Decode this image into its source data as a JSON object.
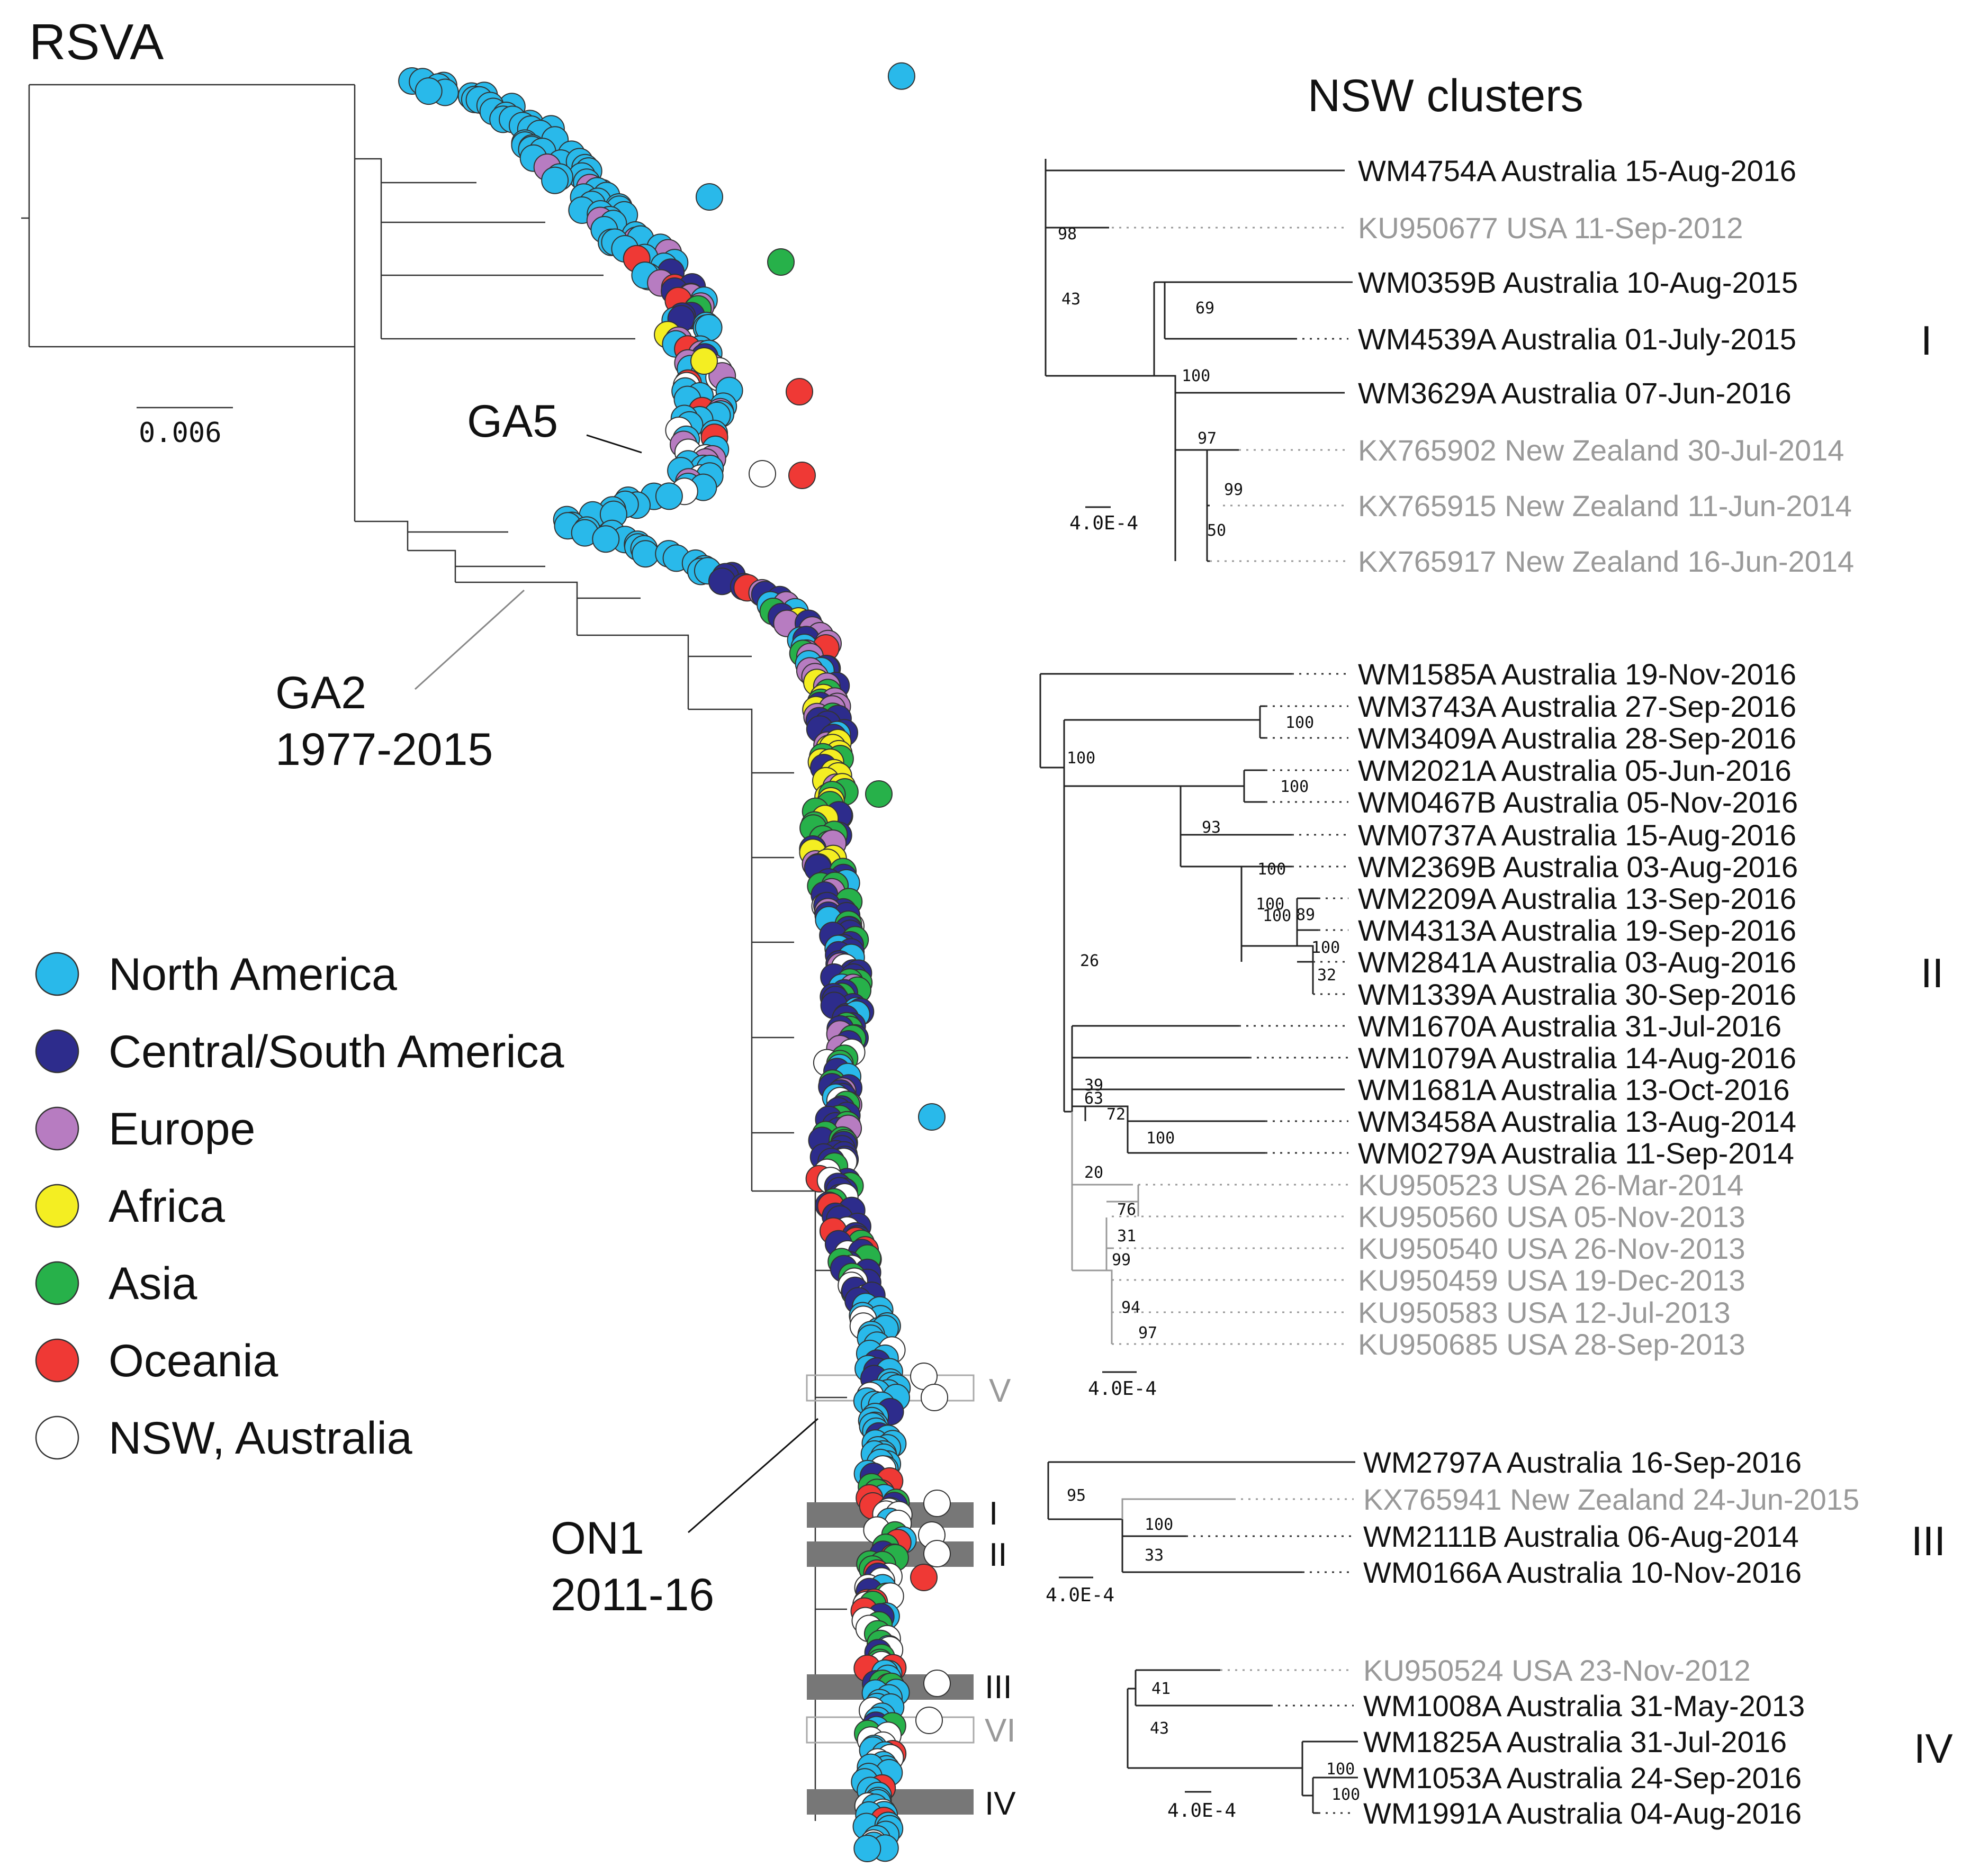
{
  "title": "RSVA",
  "panel_title": "NSW clusters",
  "main_scale": "0.006",
  "annotations": {
    "ga5": "GA5",
    "ga2": [
      "GA2",
      "1977-2015"
    ],
    "on1": [
      "ON1",
      "2011-16"
    ]
  },
  "legend": [
    {
      "label": "North America",
      "color": "#29b9ea"
    },
    {
      "label": "Central/South America",
      "color": "#2d2c8c"
    },
    {
      "label": "Europe",
      "color": "#b77cc1"
    },
    {
      "label": "Africa",
      "color": "#f4ee22"
    },
    {
      "label": "Asia",
      "color": "#27b14a"
    },
    {
      "label": "Oceania",
      "color": "#ef3935"
    },
    {
      "label": "NSW, Australia",
      "color": "#ffffff"
    }
  ],
  "cluster_markers": [
    "V",
    "I",
    "II",
    "III",
    "VI",
    "IV"
  ],
  "clusters": [
    {
      "name": "I",
      "scale": "4.0E-4",
      "taxa": [
        {
          "label": "WM4754A Australia 15-Aug-2016",
          "ref": false
        },
        {
          "label": "KU950677 USA 11-Sep-2012",
          "ref": true
        },
        {
          "label": "WM0359B Australia 10-Aug-2015",
          "ref": false
        },
        {
          "label": "WM4539A Australia 01-July-2015",
          "ref": false
        },
        {
          "label": "WM3629A Australia 07-Jun-2016",
          "ref": false
        },
        {
          "label": "KX765902 New Zealand 30-Jul-2014",
          "ref": true
        },
        {
          "label": "KX765915 New Zealand 11-Jun-2014",
          "ref": true
        },
        {
          "label": "KX765917 New Zealand 16-Jun-2014",
          "ref": true
        }
      ],
      "support": [
        "98",
        "43",
        "69",
        "100",
        "97",
        "99",
        "50"
      ]
    },
    {
      "name": "II",
      "scale": "4.0E-4",
      "taxa": [
        {
          "label": "WM1585A Australia 19-Nov-2016",
          "ref": false
        },
        {
          "label": "WM3743A Australia 27-Sep-2016",
          "ref": false
        },
        {
          "label": "WM3409A Australia 28-Sep-2016",
          "ref": false
        },
        {
          "label": "WM2021A Australia 05-Jun-2016",
          "ref": false
        },
        {
          "label": "WM0467B Australia 05-Nov-2016",
          "ref": false
        },
        {
          "label": "WM0737A Australia 15-Aug-2016",
          "ref": false
        },
        {
          "label": "WM2369B Australia 03-Aug-2016",
          "ref": false
        },
        {
          "label": "WM2209A Australia 13-Sep-2016",
          "ref": false
        },
        {
          "label": "WM4313A Australia 19-Sep-2016",
          "ref": false
        },
        {
          "label": "WM2841A Australia 03-Aug-2016",
          "ref": false
        },
        {
          "label": "WM1339A Australia 30-Sep-2016",
          "ref": false
        },
        {
          "label": "WM1670A Australia 31-Jul-2016",
          "ref": false
        },
        {
          "label": "WM1079A Australia 14-Aug-2016",
          "ref": false
        },
        {
          "label": "WM1681A Australia 13-Oct-2016",
          "ref": false
        },
        {
          "label": "WM3458A Australia 13-Aug-2014",
          "ref": false
        },
        {
          "label": "WM0279A Australia 11-Sep-2014",
          "ref": false
        },
        {
          "label": "KU950523 USA 26-Mar-2014",
          "ref": true
        },
        {
          "label": "KU950560 USA 05-Nov-2013",
          "ref": true
        },
        {
          "label": "KU950540 USA 26-Nov-2013",
          "ref": true
        },
        {
          "label": "KU950459 USA 19-Dec-2013",
          "ref": true
        },
        {
          "label": "KU950583 USA 12-Jul-2013",
          "ref": true
        },
        {
          "label": "KU950685 USA 28-Sep-2013",
          "ref": true
        }
      ],
      "support": [
        "100",
        "100",
        "100",
        "93",
        "100",
        "100",
        "100",
        "89",
        "100",
        "32",
        "26",
        "39",
        "63",
        "72",
        "100",
        "20",
        "76",
        "31",
        "99",
        "94",
        "97"
      ]
    },
    {
      "name": "III",
      "scale": "4.0E-4",
      "taxa": [
        {
          "label": "WM2797A Australia 16-Sep-2016",
          "ref": false
        },
        {
          "label": "KX765941 New Zealand 24-Jun-2015",
          "ref": true
        },
        {
          "label": "WM2111B Australia 06-Aug-2014",
          "ref": false
        },
        {
          "label": "WM0166A Australia 10-Nov-2016",
          "ref": false
        }
      ],
      "support": [
        "95",
        "100",
        "33"
      ]
    },
    {
      "name": "IV",
      "scale": "4.0E-4",
      "taxa": [
        {
          "label": "KU950524 USA 23-Nov-2012",
          "ref": true
        },
        {
          "label": "WM1008A Australia 31-May-2013",
          "ref": false
        },
        {
          "label": "WM1825A Australia 31-Jul-2016",
          "ref": false
        },
        {
          "label": "WM1053A Australia 24-Sep-2016",
          "ref": false
        },
        {
          "label": "WM1991A Australia 04-Aug-2016",
          "ref": false
        }
      ],
      "support": [
        "41",
        "43",
        "100",
        "100"
      ]
    }
  ]
}
